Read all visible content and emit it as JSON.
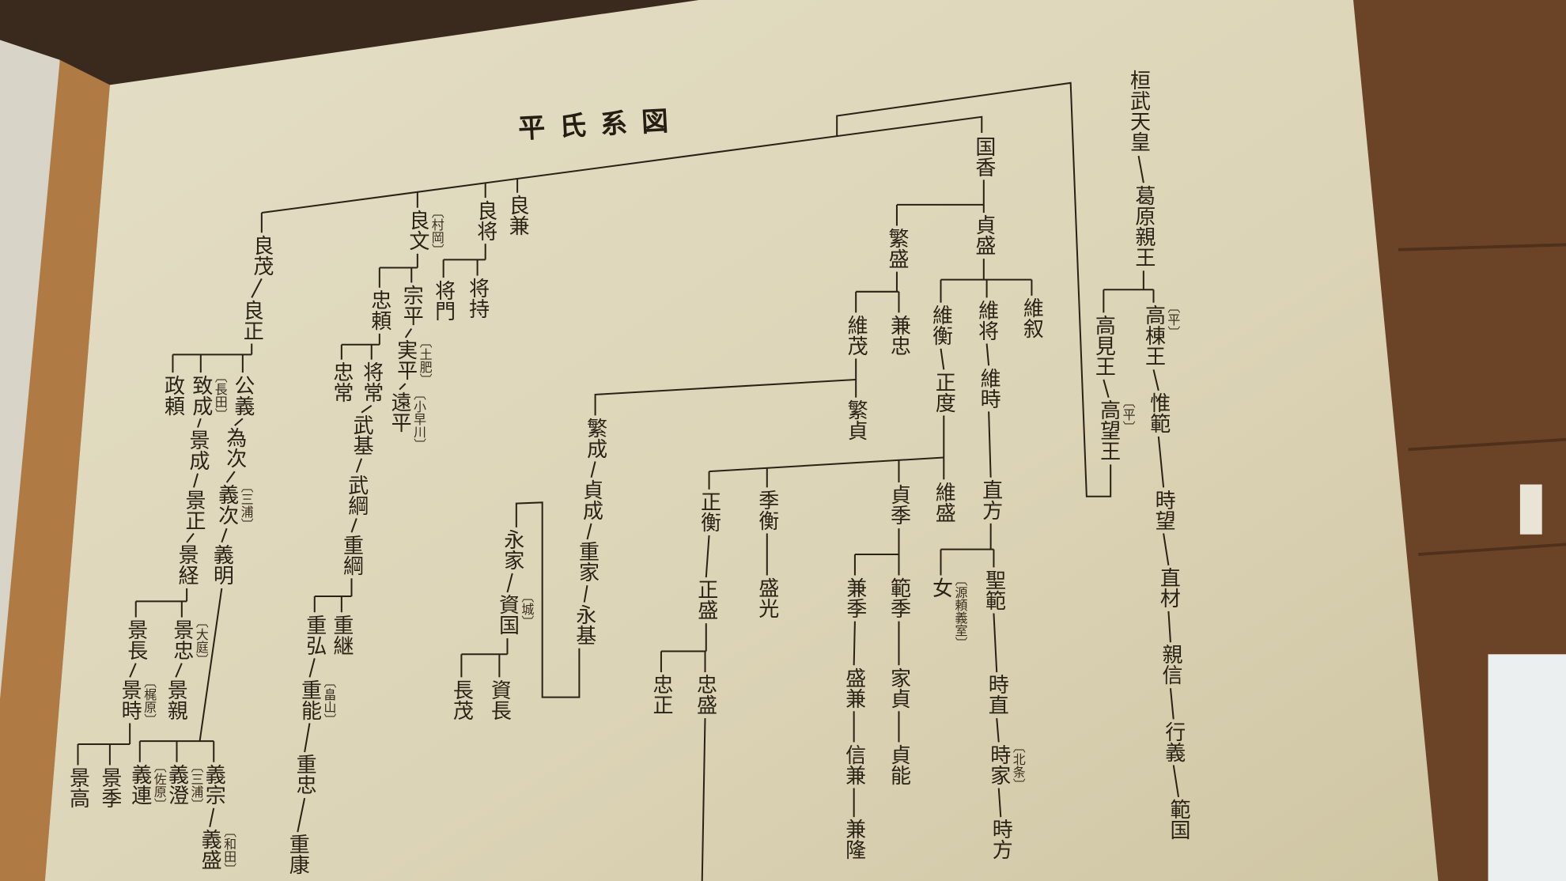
{
  "title": "平氏系図",
  "colors": {
    "board": "#ddd6bb",
    "ink": "#2b2216",
    "wood": "#6b4428",
    "frame": "#b07a45"
  },
  "nodes": {
    "kanmu": {
      "name": "桓武天皇"
    },
    "kazurahara": {
      "name": "葛原親王"
    },
    "takamune": {
      "name": "高棟王",
      "note": "平"
    },
    "korenori": {
      "name": "惟範"
    },
    "tokimochi": {
      "name": "時望"
    },
    "naoki": {
      "name": "直材"
    },
    "chikanobu": {
      "name": "親信"
    },
    "yukiyoshi": {
      "name": "行義"
    },
    "norikuni": {
      "name": "範国"
    },
    "takami": {
      "name": "高見王"
    },
    "takamochi": {
      "name": "高望王",
      "note": "平"
    },
    "kunika": {
      "name": "国香"
    },
    "shigemori": {
      "name": "繁盛"
    },
    "sadamori": {
      "name": "貞盛"
    },
    "koremochi": {
      "name": "維茂"
    },
    "kanetada": {
      "name": "兼忠"
    },
    "korehira": {
      "name": "維衡"
    },
    "koremasa": {
      "name": "維将"
    },
    "korenobu": {
      "name": "維叙"
    },
    "masanori": {
      "name": "正度"
    },
    "koretoki": {
      "name": "維時"
    },
    "shigesada": {
      "name": "繁貞"
    },
    "shigenari": {
      "name": "繁成"
    },
    "sadanari": {
      "name": "貞成"
    },
    "shigeie": {
      "name": "重家"
    },
    "nagamoto": {
      "name": "永基"
    },
    "masahira": {
      "name": "正衡"
    },
    "suehira": {
      "name": "季衡"
    },
    "sadasue": {
      "name": "貞季"
    },
    "koremori": {
      "name": "維盛"
    },
    "naokata": {
      "name": "直方"
    },
    "masamori": {
      "name": "正盛"
    },
    "morimitsu": {
      "name": "盛光"
    },
    "kanesue": {
      "name": "兼季"
    },
    "norisue": {
      "name": "範季"
    },
    "onna": {
      "name": "女",
      "note": "源頼義室"
    },
    "shohan": {
      "name": "聖範"
    },
    "tadamasa": {
      "name": "忠正"
    },
    "tadamori": {
      "name": "忠盛"
    },
    "morikane": {
      "name": "盛兼"
    },
    "iesada": {
      "name": "家貞"
    },
    "tokinao": {
      "name": "時直"
    },
    "nobukane": {
      "name": "信兼"
    },
    "sadayoshi": {
      "name": "貞能"
    },
    "tokiie": {
      "name": "時家",
      "note": "北条"
    },
    "kanetaka": {
      "name": "兼隆"
    },
    "tokikata": {
      "name": "時方"
    },
    "yoshimochi": {
      "name": "良茂"
    },
    "yoshimasa": {
      "name": "良正"
    },
    "kimiyoshi": {
      "name": "公義"
    },
    "munenari": {
      "name": "致成",
      "note": "長田"
    },
    "masayori": {
      "name": "政頼"
    },
    "tametsugu": {
      "name": "為次"
    },
    "yoshitsugu": {
      "name": "義次",
      "note": "三浦"
    },
    "yoshiaki": {
      "name": "義明"
    },
    "kagenari": {
      "name": "景成"
    },
    "kagemasa": {
      "name": "景正"
    },
    "kagetsune": {
      "name": "景経"
    },
    "kagetada": {
      "name": "景忠",
      "note": "大庭"
    },
    "kagenaga": {
      "name": "景長"
    },
    "kagechika": {
      "name": "景親"
    },
    "kagetoki": {
      "name": "景時",
      "note": "梶原"
    },
    "kagetaka": {
      "name": "景高"
    },
    "kagesue": {
      "name": "景季"
    },
    "yoshitsura": {
      "name": "義連",
      "note": "佐原"
    },
    "yoshizumi": {
      "name": "義澄",
      "note": "三浦"
    },
    "yoshimune": {
      "name": "義宗"
    },
    "yoshimori": {
      "name": "義盛",
      "note": "和田"
    },
    "yoshibumi": {
      "name": "良文",
      "note": "村岡"
    },
    "munehira": {
      "name": "宗平"
    },
    "tadayori": {
      "name": "忠頼"
    },
    "sanehira": {
      "name": "実平",
      "note": "土肥"
    },
    "tohira": {
      "name": "遠平",
      "note": "小早川"
    },
    "masatsune": {
      "name": "将常"
    },
    "tadatsune": {
      "name": "忠常"
    },
    "takemoto": {
      "name": "武基"
    },
    "taketsuna": {
      "name": "武綱"
    },
    "shigetsuna": {
      "name": "重綱"
    },
    "shigetsugu": {
      "name": "重継"
    },
    "shigehiro": {
      "name": "重弘"
    },
    "shigeyoshi": {
      "name": "重能",
      "note": "畠山"
    },
    "shigetada": {
      "name": "重忠"
    },
    "shigeyasu": {
      "name": "重康"
    },
    "yoshimasa2": {
      "name": "良将"
    },
    "masamochi": {
      "name": "将持"
    },
    "masakado": {
      "name": "将門"
    },
    "yoshikane": {
      "name": "良兼"
    },
    "nagaie": {
      "name": "永家"
    },
    "sukekuni": {
      "name": "資国",
      "note": "城"
    },
    "nagamochi": {
      "name": "長茂"
    },
    "sukenaga": {
      "name": "資長"
    }
  }
}
